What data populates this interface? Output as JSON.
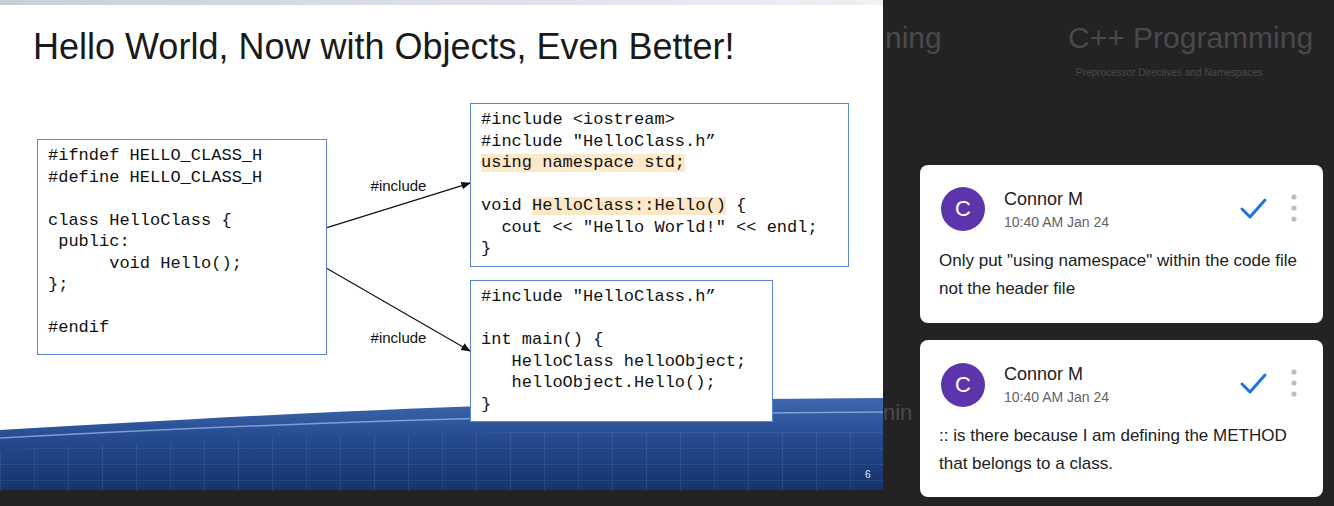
{
  "diagram": {
    "title": "Hello World, Now with Objects, Even Better!",
    "nodes": [
      {
        "text": [
          "#ifndef HELLO_CLASS_H",
          "#define HELLO_CLASS_H",
          "class HelloClass {",
          " public:",
          "      void Hello();",
          "};",
          "#endif"
        ]
      },
      {
        "text": [
          "#include <iostream>",
          "#include \"HelloClass.h”",
          "using namespace std;",
          "void HelloClass::Hello() {",
          "  cout << \"Hello World!\" << endl;",
          "}"
        ]
      },
      {
        "text": [
          "#include \"HelloClass.h”",
          "int main() {",
          "   HelloClass helloObject;",
          "   helloObject.Hello();",
          "}"
        ]
      },
      {
        "text": [
          "Connor M",
          "10:40 AM Jan 24",
          "Only put \"using namespace\" within the code file not the header file"
        ]
      },
      {
        "text": [
          "C"
        ],
        "in": 3
      },
      {
        "text": [
          "Connor M",
          "10:40 AM Jan 24",
          ":: is there because I am defining the METHOD that belongs to a class."
        ]
      },
      {
        "text": [
          "C"
        ],
        "in": 5
      }
    ],
    "edges": [
      {
        "from": 0,
        "to": 1,
        "label": "#include",
        "arrow": "to"
      },
      {
        "from": 0,
        "to": 2,
        "label": "#include",
        "arrow": "to"
      }
    ],
    "labels": [
      "ning",
      "C++ Programming",
      "Preprocessor Directives and Namespaces",
      "nin",
      "6"
    ]
  }
}
